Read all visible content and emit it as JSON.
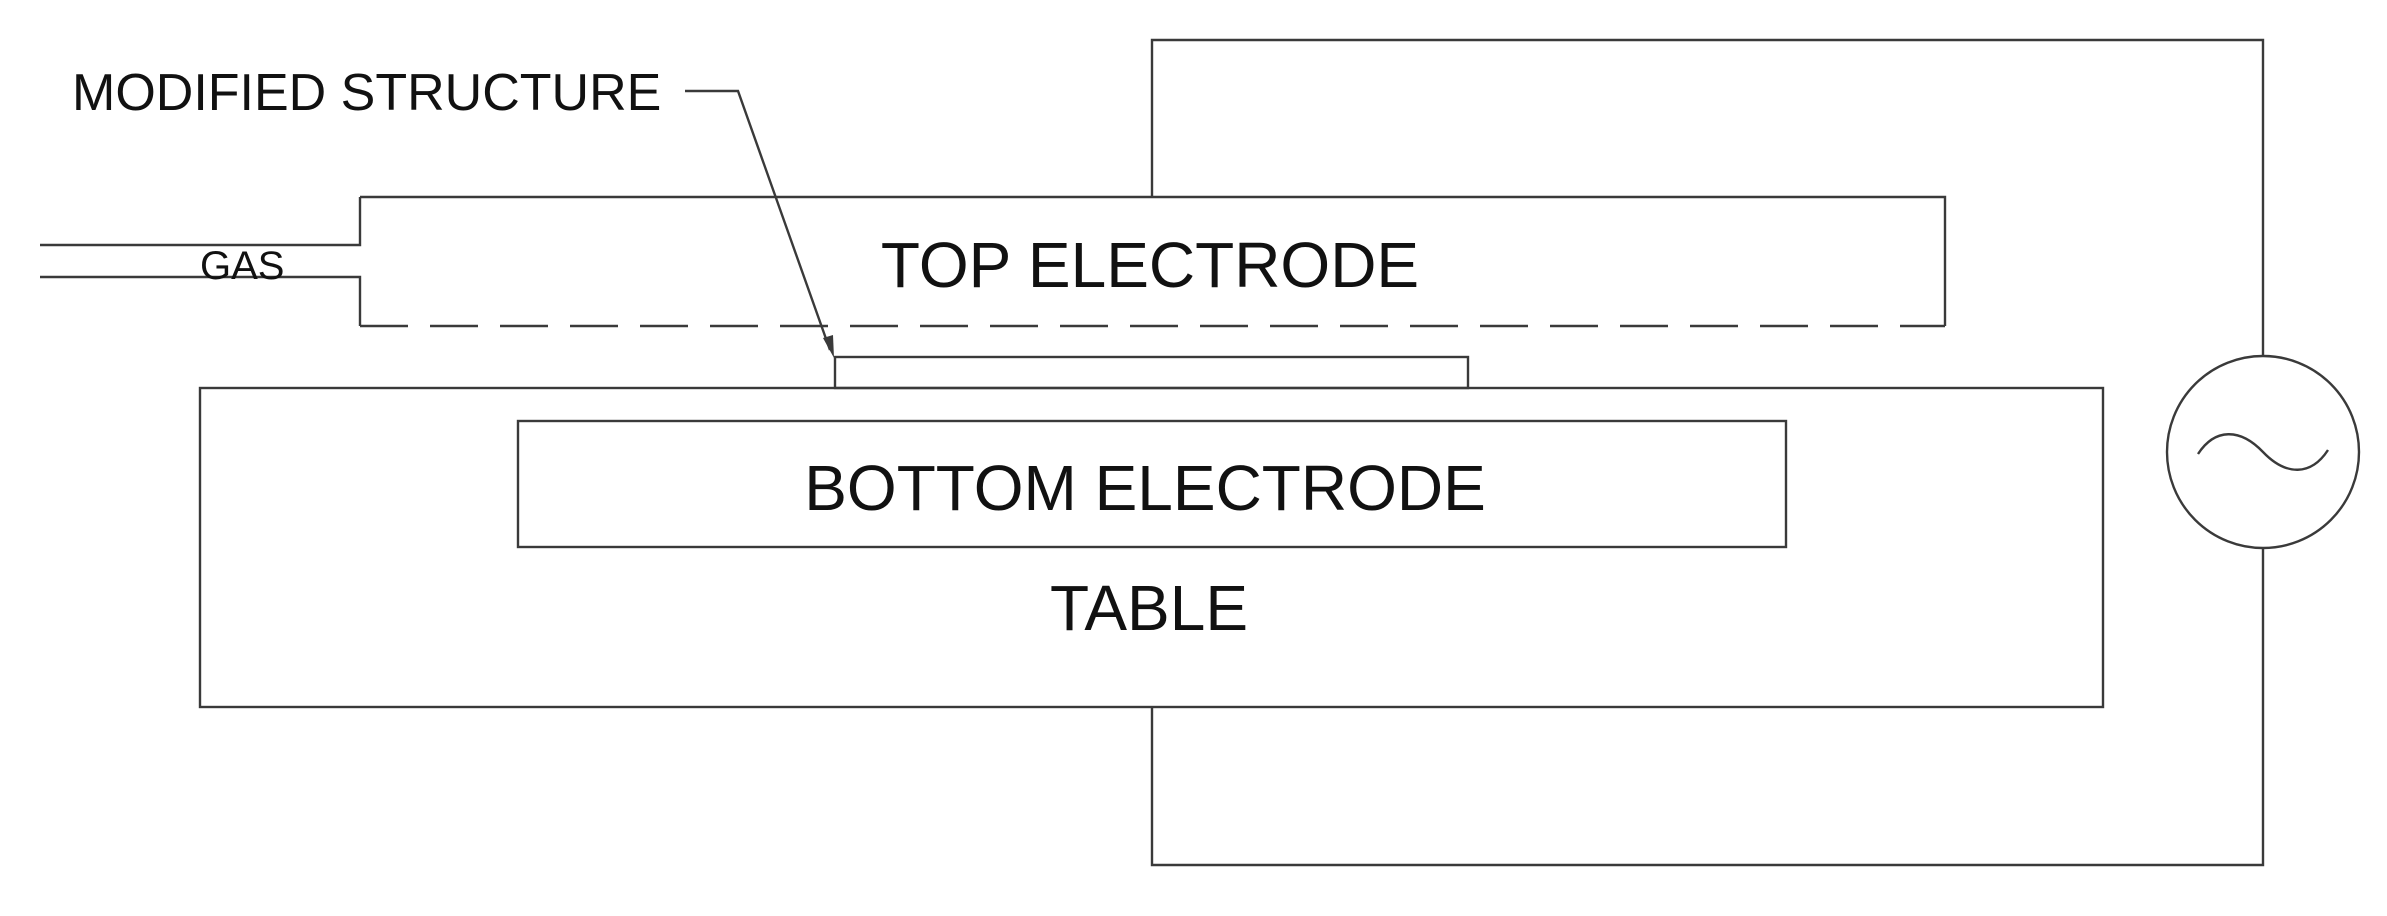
{
  "labels": {
    "modified_structure": "MODIFIED STRUCTURE",
    "gas": "GAS",
    "top_electrode": "TOP ELECTRODE",
    "bottom_electrode": "BOTTOM ELECTRODE",
    "table": "TABLE"
  },
  "colors": {
    "line": "#3a3a3a",
    "text": "#111111",
    "background": "#ffffff"
  },
  "icons": {
    "ac_source": "ac-source-icon"
  }
}
